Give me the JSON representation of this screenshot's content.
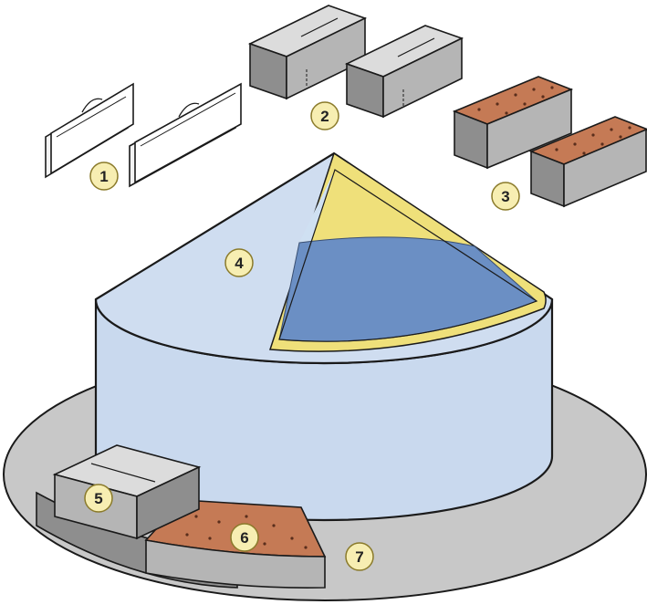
{
  "colors": {
    "ground": "#c8c8c8",
    "tank_wall": "#c9d9ee",
    "tank_roof": "#cfddf0",
    "liner": "#6b8fc4",
    "liner_border": "#e8d23a",
    "outline": "#1a1a1a",
    "panel_white": "#f3f3f3",
    "panel_grey": "#b5b5b5",
    "panel_grey_dark": "#8e8e8e",
    "fill_brown": "#c57a55",
    "fill_dots": "#5a2e1c",
    "badge_fill": "#f7eeb2",
    "badge_stroke": "#8a7a2a"
  },
  "labels": [
    {
      "id": "1",
      "text": "1"
    },
    {
      "id": "2",
      "text": "2"
    },
    {
      "id": "3",
      "text": "3"
    },
    {
      "id": "4",
      "text": "4"
    },
    {
      "id": "5",
      "text": "5"
    },
    {
      "id": "6",
      "text": "6"
    },
    {
      "id": "7",
      "text": "7"
    }
  ]
}
